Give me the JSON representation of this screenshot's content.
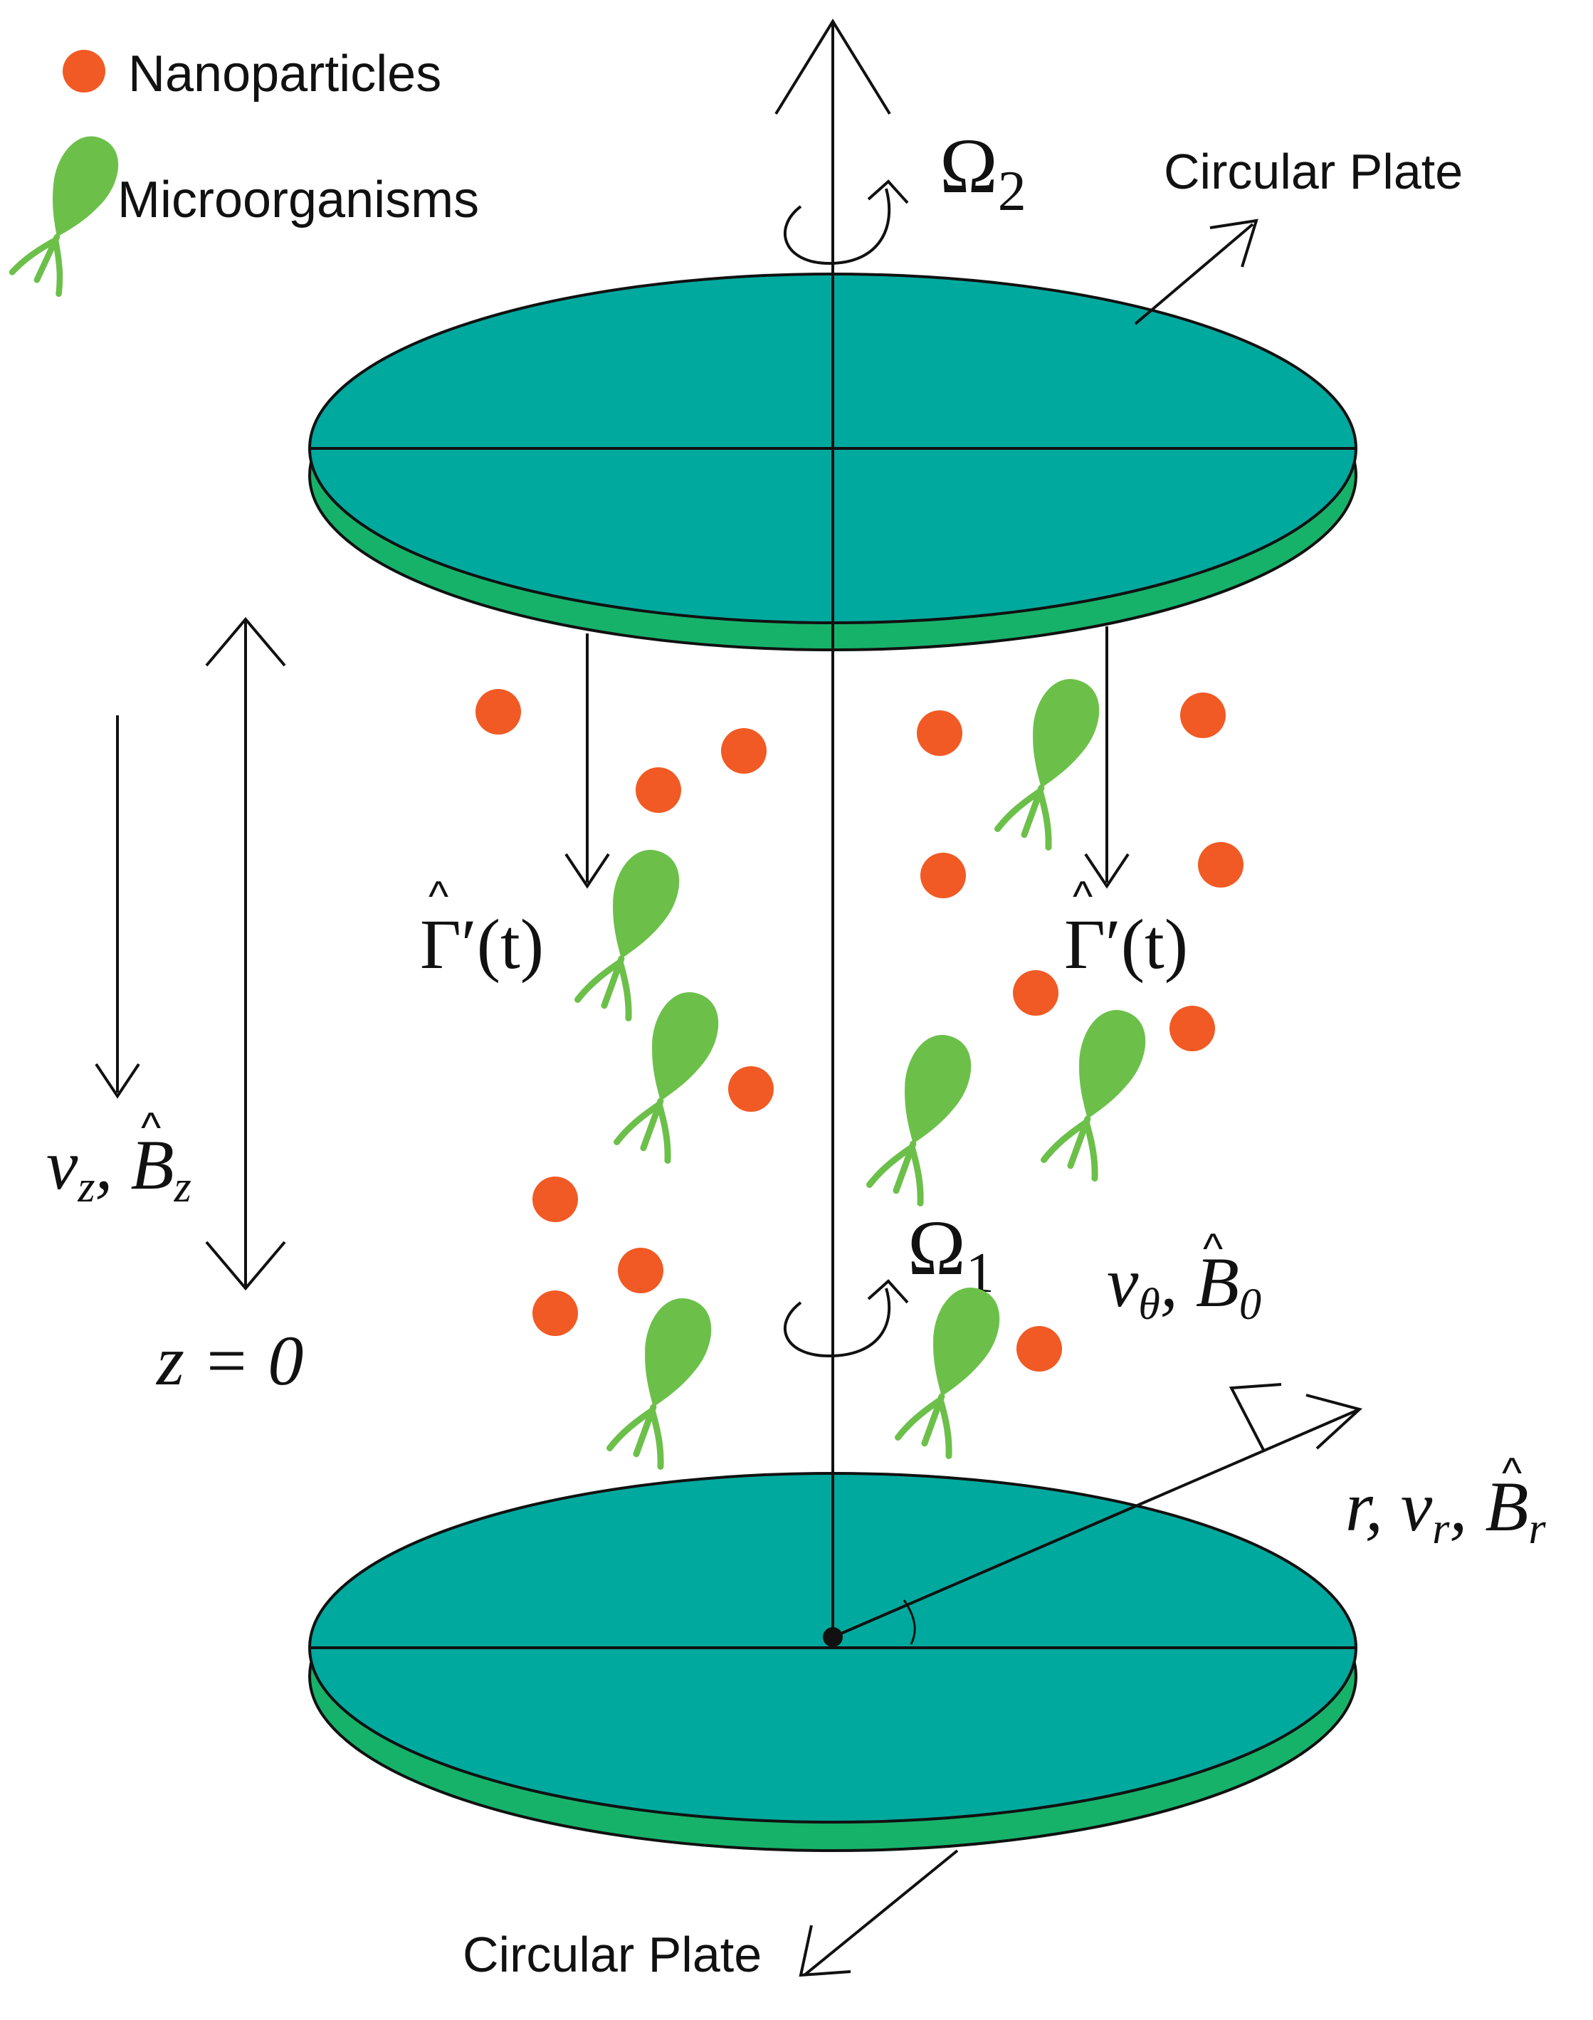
{
  "legend": {
    "nanoparticles_label": "Nanoparticles",
    "microorganisms_label": "Microorganisms"
  },
  "labels": {
    "top_plate": "Circular Plate",
    "bottom_plate": "Circular Plate",
    "omega_top": "Ω",
    "omega_top_sub": "2",
    "omega_bottom": "Ω",
    "omega_bottom_sub": "1",
    "gamma_left": "Γ′(t)",
    "gamma_right": "Γ′(t)",
    "axial": "v",
    "axial_sub": "z",
    "axial_B": "B",
    "axial_B_sub": "z",
    "z_origin": "z = 0",
    "azimuthal": "v",
    "azimuthal_sub": "θ",
    "azimuthal_B": "B",
    "azimuthal_B_sub": "0",
    "radial": "r, v",
    "radial_sub": "r",
    "radial_B": "B",
    "radial_B_sub": "r"
  },
  "colors": {
    "plate_top_face": "#00a99d",
    "plate_rim": "#17b26a",
    "nanoparticle": "#f15a24",
    "microorganism": "#6cc04a",
    "line": "#111111"
  }
}
